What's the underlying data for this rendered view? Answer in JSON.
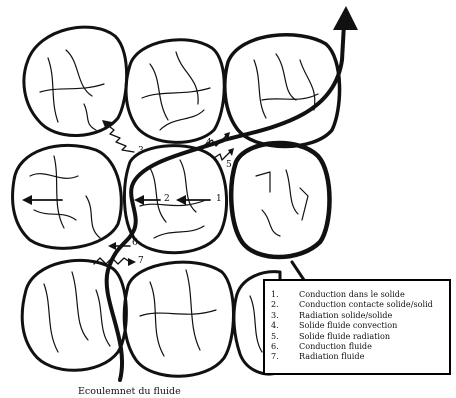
{
  "legend": {
    "items": [
      {
        "number": "1.",
        "text": "Conduction dans le solide"
      },
      {
        "number": "2.",
        "text": "Conduction contacte solide/solid"
      },
      {
        "number": "3.",
        "text": "Radiation solide/solide"
      },
      {
        "number": "4.",
        "text": "Solide fluide convection"
      },
      {
        "number": "5.",
        "text": "Solide fluide radiation"
      },
      {
        "number": "6.",
        "text": "Conduction fluide"
      },
      {
        "number": "7.",
        "text": "Radiation fluide"
      }
    ]
  },
  "caption": "Ecoulemnet du fluide",
  "markers": [
    "1",
    "2",
    "3",
    "4",
    "5",
    "6",
    "7"
  ]
}
